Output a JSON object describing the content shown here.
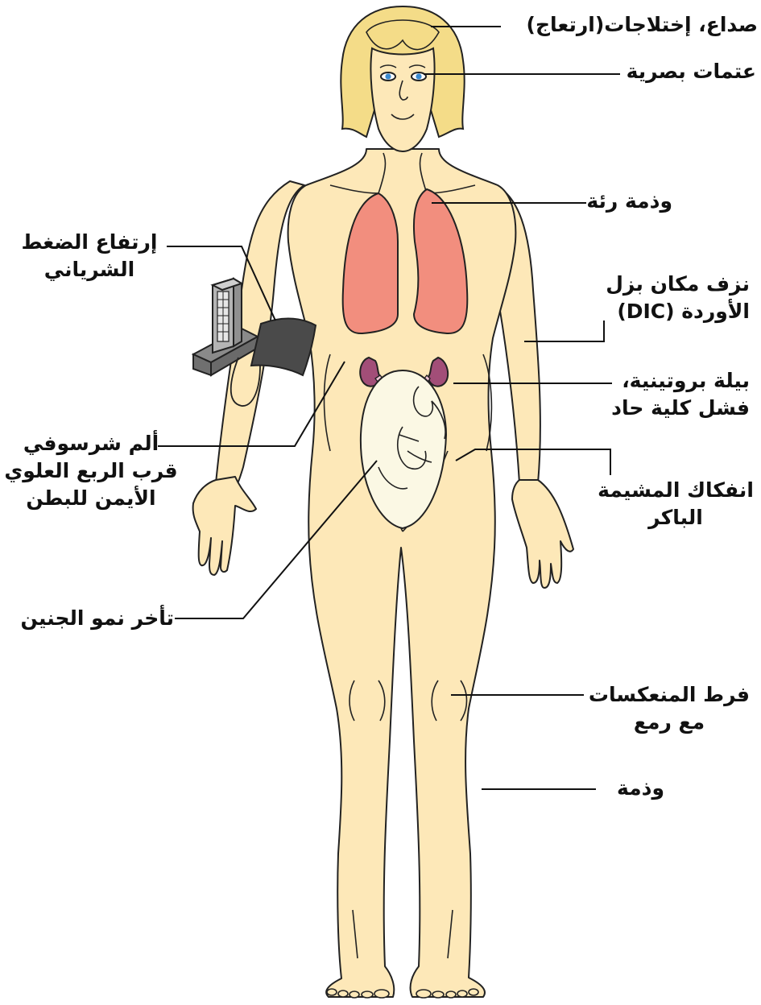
{
  "labels": {
    "headache": "صداع، إختلاجات(ارتعاج)",
    "visual": "عتمات بصرية",
    "lung_edema": "وذمة رئة",
    "hypertension_1": "إرتفاع الضغط",
    "hypertension_2": "الشرياني",
    "dic_1": "نزف مكان بزل",
    "dic_2": "الأوردة (DIC)",
    "proteinuria_1": "بيلة بروتينية،",
    "proteinuria_2": "فشل كلية حاد",
    "epigastric_1": "ألم شرسوفي",
    "epigastric_2": "قرب الربع العلوي",
    "epigastric_3": "الأيمن للبطن",
    "abruption_1": "انفكاك المشيمة",
    "abruption_2": "الباكر",
    "growth": "تأخر نمو الجنين",
    "reflex_1": "فرط المنعكسات",
    "reflex_2": "مع رمع",
    "edema": "وذمة"
  },
  "colors": {
    "skin": "#fde8b8",
    "outline": "#222222",
    "hair": "#f4dc88",
    "lung": "#f28e7e",
    "kidney": "#a24e78",
    "fetus": "#fbf8e4",
    "cuff": "#4a4a4a",
    "device": "#8a8a8a",
    "eye": "#3a8ad0"
  }
}
